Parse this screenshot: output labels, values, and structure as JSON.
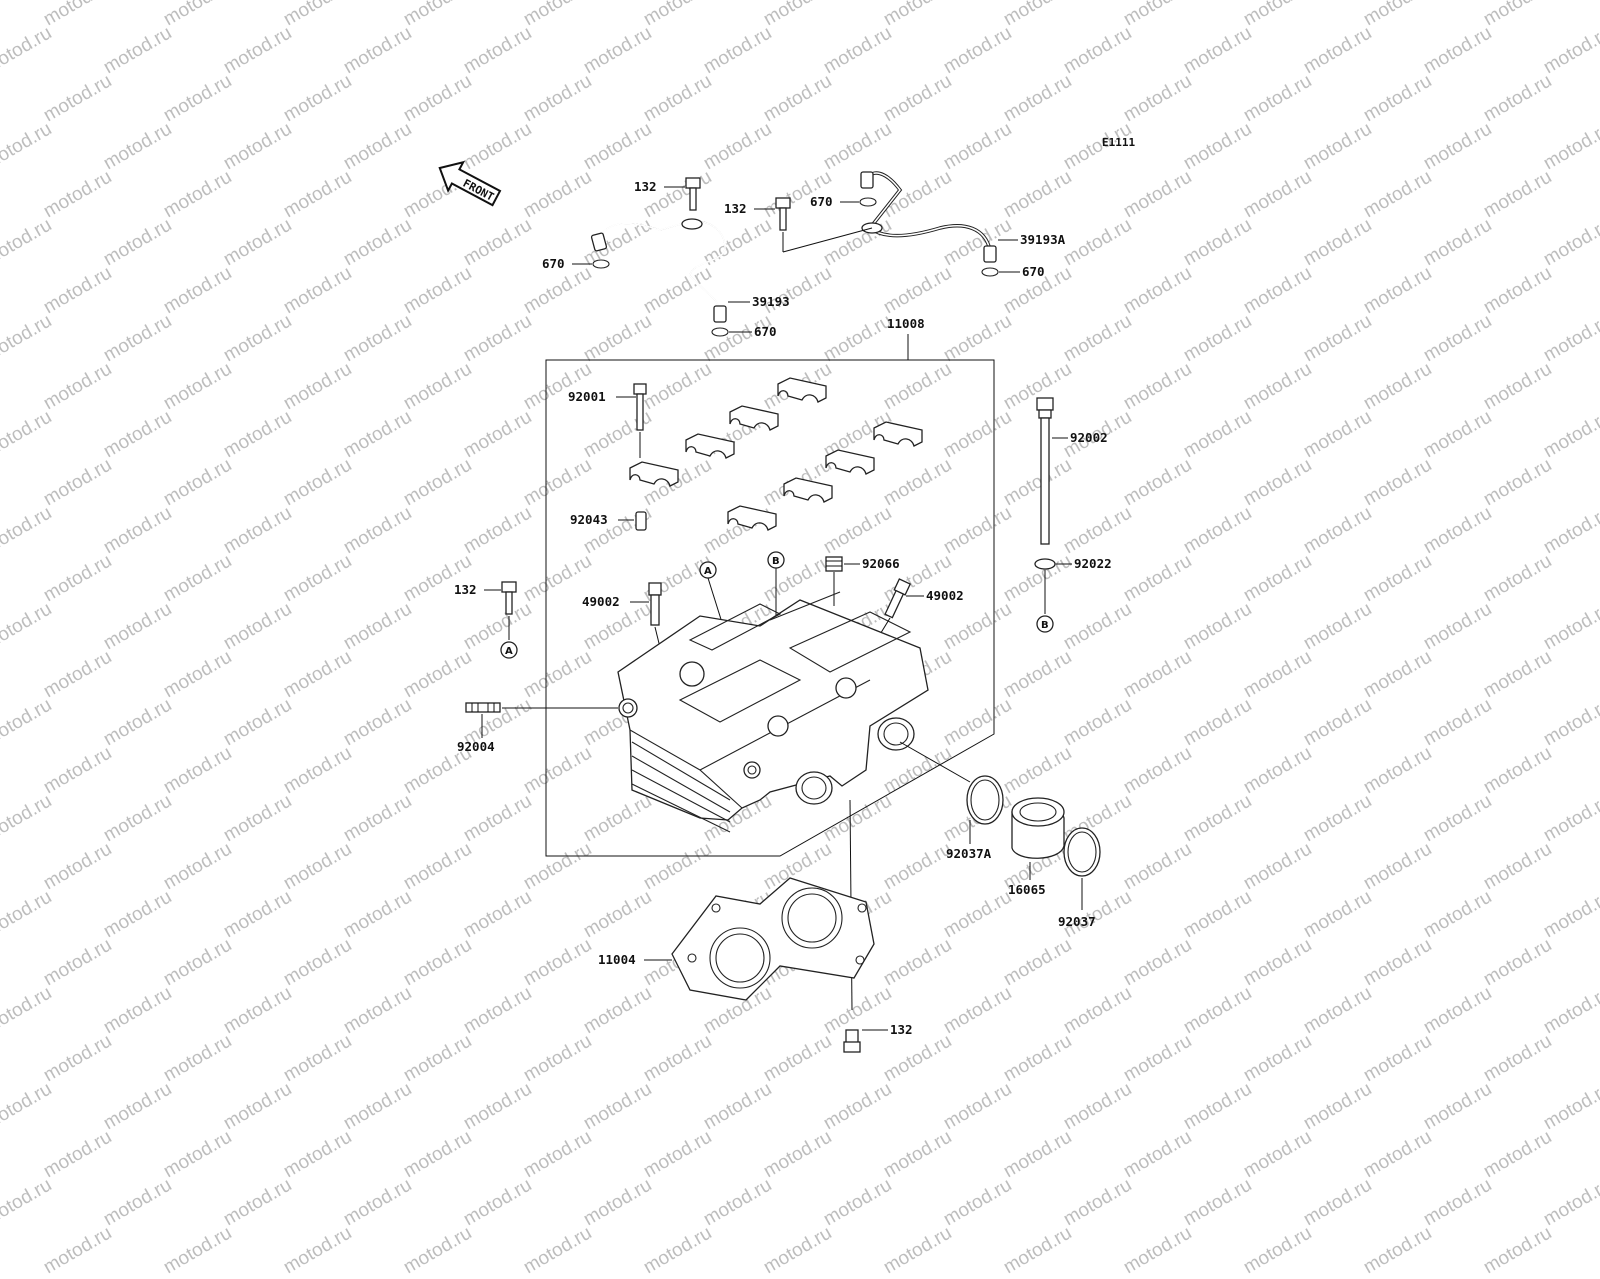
{
  "diagram_code": "E1111",
  "front_arrow_label": "FRONT",
  "watermark_text": "motod.ru",
  "callouts": {
    "bolt_pipe_left": "132",
    "bolt_pipe_mid": "132",
    "bolt_left_a": "132",
    "bolt_bottom": "132",
    "oring_tl": "670",
    "oring_pipe_left_bottom": "670",
    "oring_mid_top": "670",
    "oring_right": "670",
    "oil_pipe_left": "39193",
    "oil_pipe_right": "39193A",
    "cylinder_head_assy": "11008",
    "cap_bolt": "92001",
    "dowel_pin": "92043",
    "plug_92066": "92066",
    "plug_left": "49002",
    "plug_right": "49002",
    "stud_bolt_long": "92002",
    "washer": "92022",
    "stud": "92004",
    "clamp_a": "92037A",
    "holder": "16065",
    "clamp": "92037",
    "head_gasket": "11004"
  },
  "ref_markers": {
    "a_left": "A",
    "a_top": "A",
    "b_top": "B",
    "b_right": "B"
  }
}
